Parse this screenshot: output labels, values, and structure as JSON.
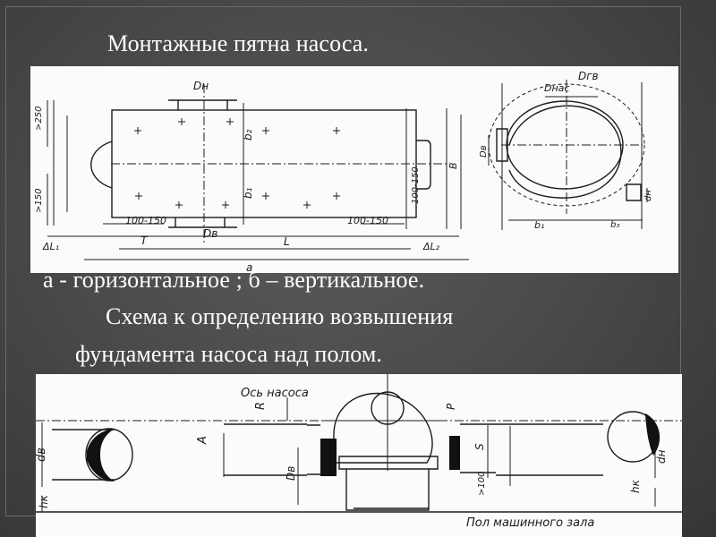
{
  "slide": {
    "title": "Монтажные пятна насоса.",
    "caption1": "а - горизонтальное ;  б – вертикальное.",
    "caption2_line1": "Схема к определению возвышения",
    "caption2_line2": "фундамента насоса над полом."
  },
  "figure_top": {
    "labels": {
      "dn": "Dн",
      "dv_bottom": "Dв",
      "dgv": "Dгв",
      "dnas": "Dнас",
      "dv_side": "Dв",
      "b_side": "B",
      "b2": "b₂",
      "b1": "b₁",
      "b1_right": "b₁",
      "b3": "b₃",
      "range1": "100-150",
      "range2": "100-150",
      "range3": "100-150",
      "gt250": ">250",
      "gt150": ">150",
      "t": "T",
      "l": "L",
      "a": "a",
      "delta_l1": "ΔL₁",
      "delta_l2": "ΔL₂",
      "dh": "dн"
    }
  },
  "figure_bottom": {
    "labels": {
      "axis": "Ось насоса",
      "floor": "Пол машинного зала",
      "db": "dв",
      "a": "A",
      "r": "R",
      "dv": "Dв",
      "p": "P",
      "s": "S",
      "gte100": ">100",
      "hk": "hк",
      "hk_left": "hк",
      "dh": "dн"
    }
  }
}
